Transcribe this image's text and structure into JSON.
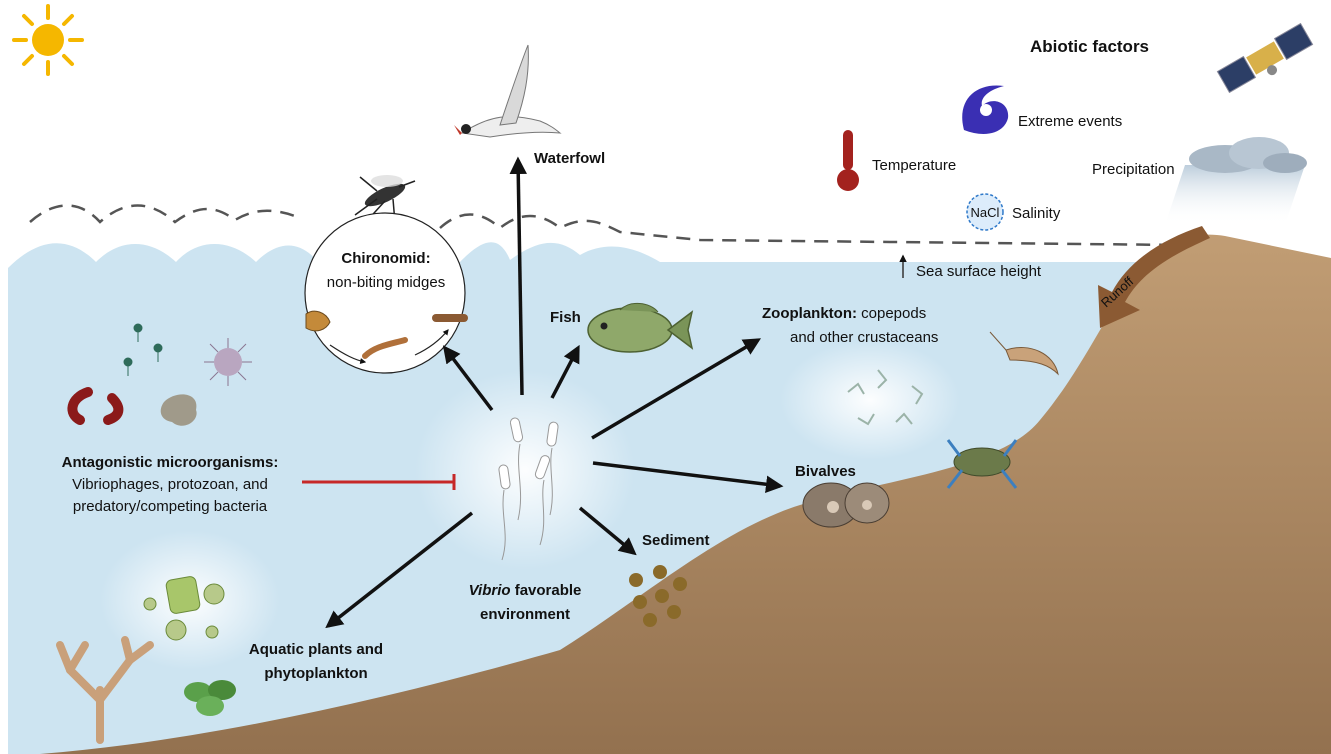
{
  "labels": {
    "abiotic_title": "Abiotic factors",
    "extreme_events": "Extreme events",
    "temperature": "Temperature",
    "precipitation": "Precipitation",
    "salinity": "Salinity",
    "nacl": "NaCl",
    "sea_surface_height": "Sea surface height",
    "runoff": "Runoff",
    "waterfowl": "Waterfowl",
    "chironomid_title": "Chironomid:",
    "chironomid_sub": "non-biting midges",
    "fish": "Fish",
    "zooplankton_title": "Zooplankton:",
    "zooplankton_line1_rest": " copepods",
    "zooplankton_line2": "and other crustaceans",
    "bivalves": "Bivalves",
    "sediment": "Sediment",
    "antagonistic_title": "Antagonistic microorganisms:",
    "antagonistic_line1": "Vibriophages, protozoan, and",
    "antagonistic_line2": "predatory/competing bacteria",
    "vibrio_italic": "Vibrio",
    "vibrio_line1_rest": " favorable",
    "vibrio_line2": "environment",
    "aquatic_line1": "Aquatic plants and",
    "aquatic_line2": "phytoplankton"
  },
  "colors": {
    "water": "#cde4f1",
    "land": "#a5825e",
    "arrow": "#111111",
    "inhibition": "#c62828",
    "runoff_arrow": "#8b5a33",
    "sun": "#f5b700",
    "cyclone": "#3a2fb3",
    "thermometer": "#a3221e"
  },
  "icons": [
    "sun-icon",
    "satellite-icon",
    "cyclone-icon",
    "thermometer-icon",
    "rain-cloud-icon",
    "nacl-icon",
    "bird-icon",
    "mosquito-icon",
    "fish-icon",
    "shrimp-icon",
    "crab-icon",
    "oyster-icon",
    "copepod-icon",
    "bacteriophage-icon",
    "protozoan-icon",
    "coral-icon",
    "plant-icon"
  ]
}
